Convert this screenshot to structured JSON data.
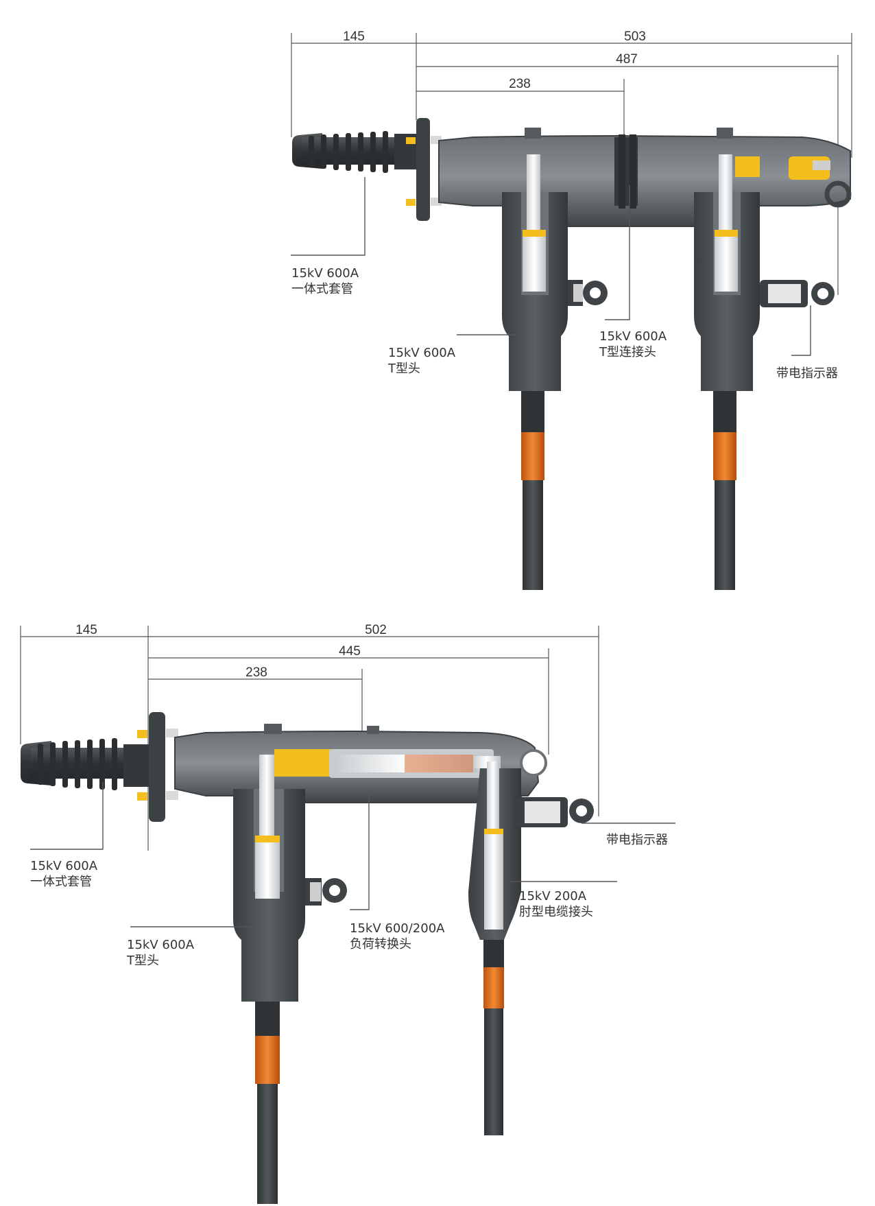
{
  "top": {
    "dims": {
      "d145": "145",
      "d503": "503",
      "d487": "487",
      "d238": "238"
    },
    "labels": {
      "bushing_l1": "15kV 600A",
      "bushing_l2": "一体式套管",
      "tee_l1": "15kV 600A",
      "tee_l2": "T型头",
      "conn_l1": "15kV 600A",
      "conn_l2": "T型连接头",
      "indicator": "带电指示器"
    }
  },
  "bottom": {
    "dims": {
      "d145": "145",
      "d502": "502",
      "d445": "445",
      "d238": "238"
    },
    "labels": {
      "bushing_l1": "15kV 600A",
      "bushing_l2": "一体式套管",
      "tee_l1": "15kV 600A",
      "tee_l2": "T型头",
      "reducer_l1": "15kV 600/200A",
      "reducer_l2": "负荷转换头",
      "elbow_l1": "15kV 200A",
      "elbow_l2": "肘型电缆接头",
      "indicator": "带电指示器"
    }
  },
  "colors": {
    "body": "#4a4f52",
    "body_light": "#7c8185",
    "insert": "#f3be1e",
    "orange": "#e26a1c",
    "cable": "#3d4245",
    "line": "#555555"
  }
}
